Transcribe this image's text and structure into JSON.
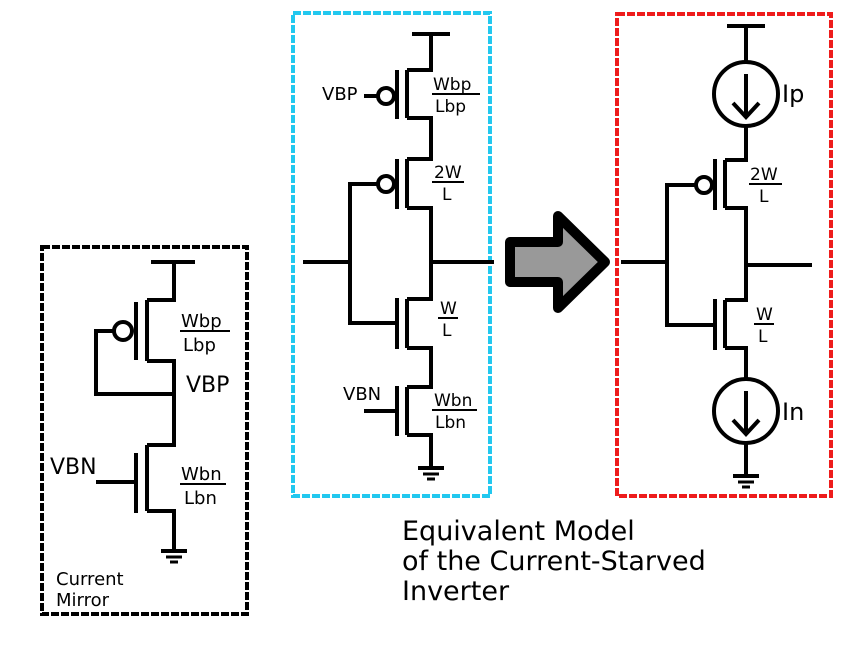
{
  "diagram": {
    "type": "circuit-schematic",
    "colors": {
      "current_mirror_box": "#000000",
      "current_starved_box": "#22c8ef",
      "equivalent_model_box": "#ee1c1c",
      "arrow_fill": "#999999",
      "arrow_stroke": "#000000"
    },
    "current_mirror": {
      "caption_line1": "Current",
      "caption_line2": "Mirror",
      "pmos_ratio_num": "Wbp",
      "pmos_ratio_den": "Lbp",
      "nmos_ratio_num": "Wbn",
      "nmos_ratio_den": "Lbn",
      "node_label": "VBP",
      "gate_label": "VBN"
    },
    "current_starved_inverter": {
      "vbp_label": "VBP",
      "vbn_label": "VBN",
      "m1_num": "Wbp",
      "m1_den": "Lbp",
      "m2_num": "2W",
      "m2_den": "L",
      "m3_num": "W",
      "m3_den": "L",
      "m4_num": "Wbn",
      "m4_den": "Lbn"
    },
    "equivalent_model": {
      "ip_label": "Ip",
      "in_label": "In",
      "pmos_num": "2W",
      "pmos_den": "L",
      "nmos_num": "W",
      "nmos_den": "L"
    },
    "caption": {
      "line1": "Equivalent Model",
      "line2": "of the Current-Starved",
      "line3": "Inverter"
    }
  }
}
